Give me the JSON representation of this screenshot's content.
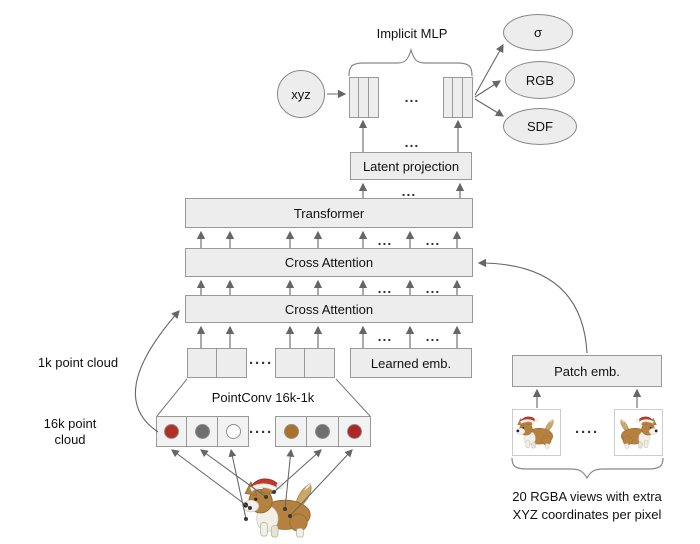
{
  "diagram": {
    "brace_title": "Implicit MLP",
    "nodes": {
      "xyz": "xyz",
      "sigma": "σ",
      "rgb": "RGB",
      "sdf": "SDF",
      "latent_projection": "Latent projection",
      "transformer": "Transformer",
      "cross_attention_upper": "Cross Attention",
      "cross_attention_lower": "Cross Attention",
      "learned_emb": "Learned emb.",
      "patch_emb": "Patch emb.",
      "pointconv": "PointConv 16k-1k"
    },
    "labels": {
      "point_cloud_1k": "1k point cloud",
      "point_cloud_16k_line1": "16k point",
      "point_cloud_16k_line2": "cloud",
      "views_caption_line1": "20 RGBA views with extra",
      "views_caption_line2": "XYZ coordinates per pixel"
    },
    "ellipsis": {
      "three": "...",
      "four": "····"
    },
    "point_row": {
      "left_dots": [
        "#b03028",
        "#6e6e6e",
        "#ffffff"
      ],
      "right_dots": [
        "#ad6f2c",
        "#6e6e6e",
        "#b02525"
      ]
    },
    "colors": {
      "box_fill": "#ededed",
      "box_border": "#999999",
      "connector": "#666666",
      "santa_hat_red": "#c0392b",
      "corgi_tan": "#b5813f"
    }
  }
}
